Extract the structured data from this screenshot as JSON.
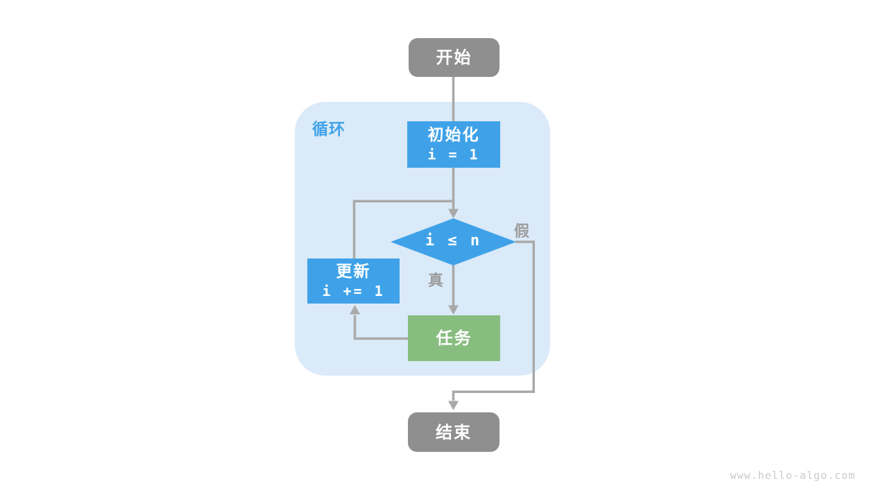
{
  "page": {
    "watermark": "www.hello-algo.com",
    "background_color": "#ffffff"
  },
  "diagram": {
    "type": "flowchart",
    "region": {
      "label": "循环",
      "fill_color": "#daeaf8",
      "label_color": "#3fa2e8"
    },
    "colors": {
      "terminal_gray": "#8f8f8f",
      "process_blue": "#3fa2e8",
      "task_green": "#87bd7f",
      "connector_gray": "#a9a9a9",
      "branch_label_gray": "#9c9c9c",
      "node_text": "#ffffff"
    },
    "nodes": {
      "start": {
        "label": "开始",
        "shape": "rounded-terminal"
      },
      "init": {
        "label": "初始化",
        "code": "i = 1",
        "shape": "process"
      },
      "cond": {
        "label": "i ≤ n",
        "shape": "diamond"
      },
      "update": {
        "label": "更新",
        "code": "i += 1",
        "shape": "process"
      },
      "task": {
        "label": "任务",
        "shape": "process"
      },
      "end": {
        "label": "结束",
        "shape": "rounded-terminal"
      }
    },
    "edges": {
      "true_label": "真",
      "false_label": "假",
      "flow": [
        "start -> init",
        "init -> cond",
        "cond -(真)-> task",
        "task -> update",
        "update -> cond",
        "cond -(假)-> end"
      ]
    }
  }
}
